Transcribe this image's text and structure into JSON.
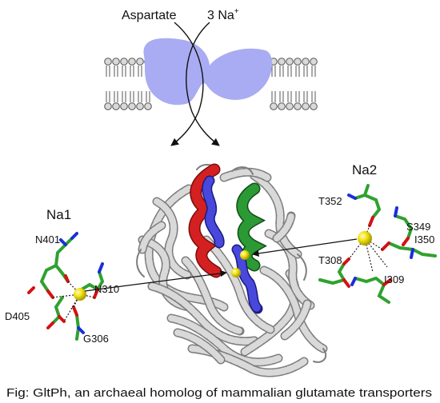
{
  "top": {
    "substrate_label": "Aspartate",
    "ion_label": "3 Na",
    "ion_superscript": "+"
  },
  "sites": {
    "na1": {
      "title": "Na1",
      "residues": [
        "N401",
        "N310",
        "D405",
        "G306"
      ]
    },
    "na2": {
      "title": "Na2",
      "residues": [
        "T352",
        "S349",
        "I350",
        "T308",
        "I309"
      ]
    }
  },
  "caption": "Fig: GltPh, an archaeal homolog of mammalian glutamate transporters",
  "colors": {
    "transporter": "#a9acf2",
    "sodium": "#f2e20a",
    "carbon": "#2fa12f",
    "oxygen": "#d31212",
    "nitrogen": "#1a2fd8",
    "helix_red": "#d42020",
    "helix_green": "#22822a",
    "helix_blue": "#3f3fd6",
    "protein_gray": "#cfcfcf"
  }
}
